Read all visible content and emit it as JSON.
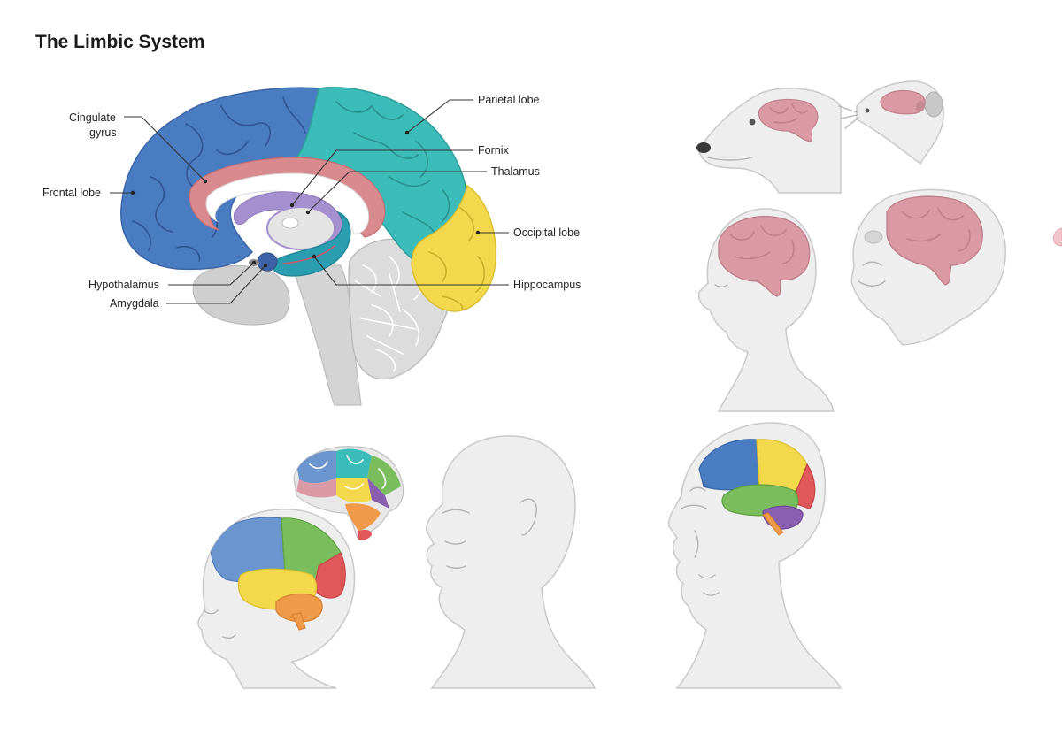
{
  "title": "The Limbic System",
  "labels": {
    "cingulate_gyrus_line1": "Cingulate",
    "cingulate_gyrus_line2": "gyrus",
    "frontal_lobe": "Frontal lobe",
    "hypothalamus": "Hypothalamus",
    "amygdala": "Amygdala",
    "parietal_lobe": "Parietal lobe",
    "fornix": "Fornix",
    "thalamus": "Thalamus",
    "occipital_lobe": "Occipital lobe",
    "hippocampus": "Hippocampus"
  },
  "colors": {
    "frontal_lobe": "#4a7cc2",
    "parietal_lobe": "#3bbcb8",
    "occipital_lobe": "#f2d84a",
    "cingulate_gyrus": "#d98a8f",
    "fornix": "#9d86c8",
    "hippocampus": "#2a9eb0",
    "amygdala": "#3e62a8",
    "brainstem_cerebellum": "#c8c8c8",
    "animal_brain": "#d99aa5",
    "lobe_green": "#79bd5c",
    "lobe_red": "#e0585a",
    "lobe_orange": "#ef9a49",
    "lobe_purple": "#8b5fb0"
  },
  "figures": {
    "main": "sagittal-brain-section",
    "thumbnails": [
      "dog-brain",
      "rat-brain",
      "adult-human-brain",
      "monkey-brain",
      "infant-brain",
      "standalone-brain",
      "adult-head-no-brain",
      "elderly-brain"
    ]
  }
}
